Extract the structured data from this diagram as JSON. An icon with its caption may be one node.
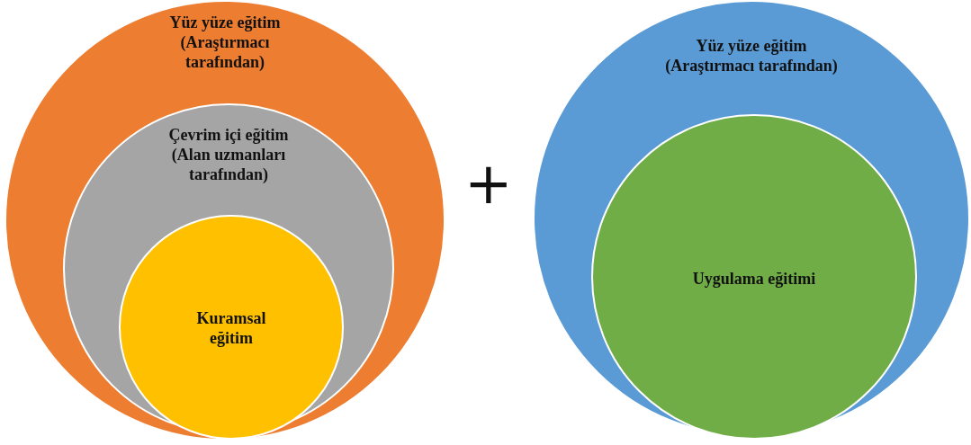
{
  "diagram": {
    "nodes": [
      {
        "text": [
          "Yüz yüze eğitim (Araştırmacı tarafından)"
        ]
      },
      {
        "text": [
          "Çevrim içi eğitim (Alan uzmanları tarafından)"
        ],
        "in": 0
      },
      {
        "text": [
          "Kuramsal eğitim"
        ],
        "in": 1
      },
      {
        "text": [
          "Yüz yüze eğitim (Araştırmacı tarafından)"
        ]
      },
      {
        "text": [
          "Uygulama eğitimi"
        ],
        "in": 3
      }
    ],
    "edges": [],
    "labels": [
      "+"
    ]
  }
}
